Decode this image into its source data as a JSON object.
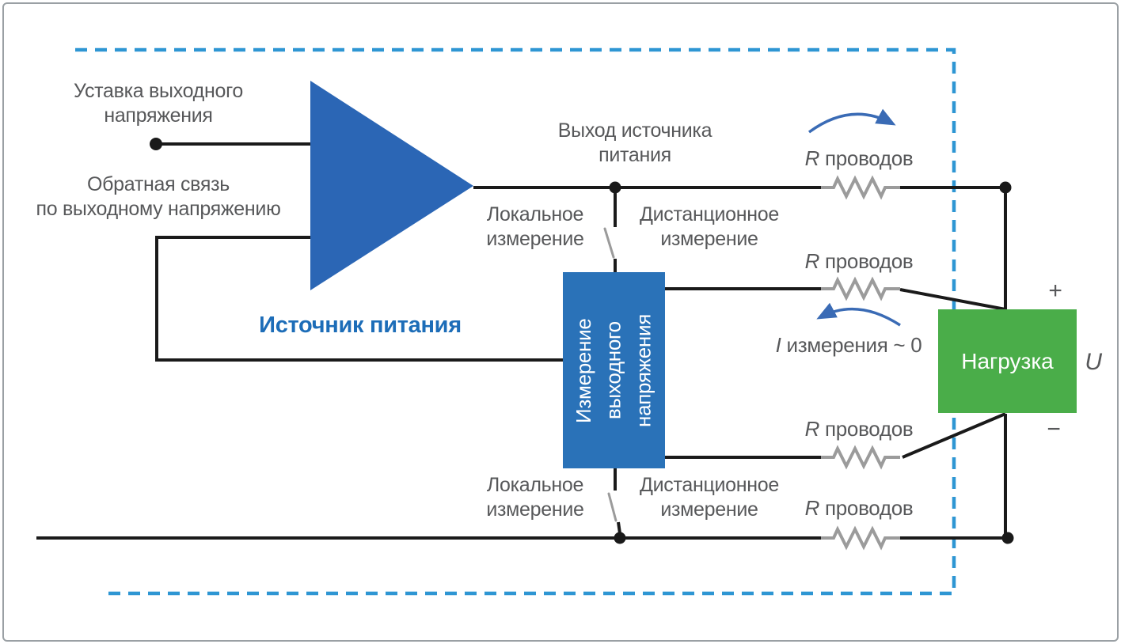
{
  "colors": {
    "triangle_blue": "#2b66b5",
    "box_blue": "#2a72b8",
    "load_green": "#4aad49",
    "dashed_blue": "#2e96d3",
    "label_blue": "#1d6db8",
    "wire_black": "#1a1a1a",
    "resistor_gray": "#9b9b9b",
    "text_gray": "#57585a",
    "arrow_blue": "#3a6bb5"
  },
  "labels": {
    "setpoint": "Уставка выходного\nнапряжения",
    "feedback": "Обратная связь\nпо выходному напряжению",
    "power_supply": "Источник питания",
    "supply_output": "Выход источника\nпитания",
    "local_sense": "Локальное\nизмерение",
    "remote_sense": "Дистанционное\nизмерение",
    "r_symbol": "R",
    "r_word": "проводов",
    "i_symbol": "I",
    "i_sense_text": "измерения ~ 0",
    "measure_box": "Измерение\nвыходного\nнапряжения",
    "load_box": "Нагрузка",
    "plus": "+",
    "minus": "−",
    "u_symbol": "U"
  }
}
